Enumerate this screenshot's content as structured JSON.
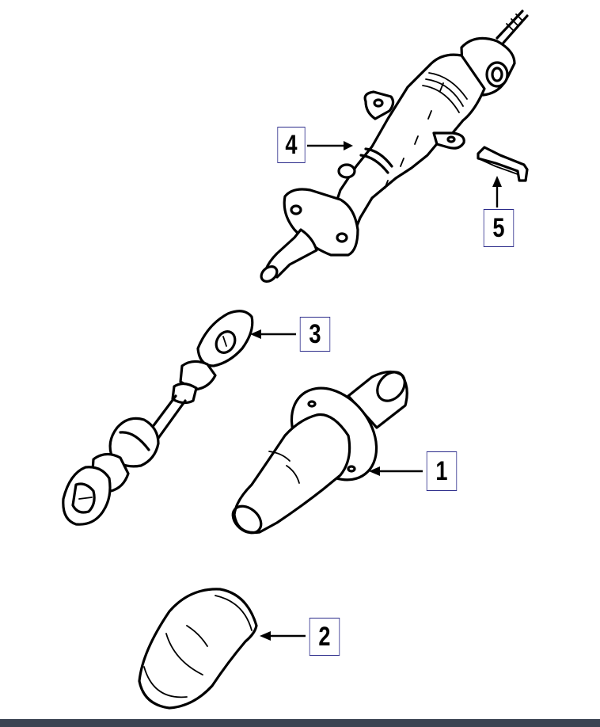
{
  "diagram": {
    "type": "exploded-parts-diagram",
    "subject": "steering column assembly",
    "callouts": [
      {
        "id": "1",
        "label": "1",
        "part": "boot / seal cover"
      },
      {
        "id": "2",
        "label": "2",
        "part": "inner boot / seal"
      },
      {
        "id": "3",
        "label": "3",
        "part": "intermediate shaft"
      },
      {
        "id": "4",
        "label": "4",
        "part": "steering column"
      },
      {
        "id": "5",
        "label": "5",
        "part": "bracket / key"
      }
    ],
    "colors": {
      "callout_border": "#2b2b8a",
      "line_art": "#000000",
      "background": "#ffffff",
      "bottom_bar": "#3b4452"
    }
  }
}
